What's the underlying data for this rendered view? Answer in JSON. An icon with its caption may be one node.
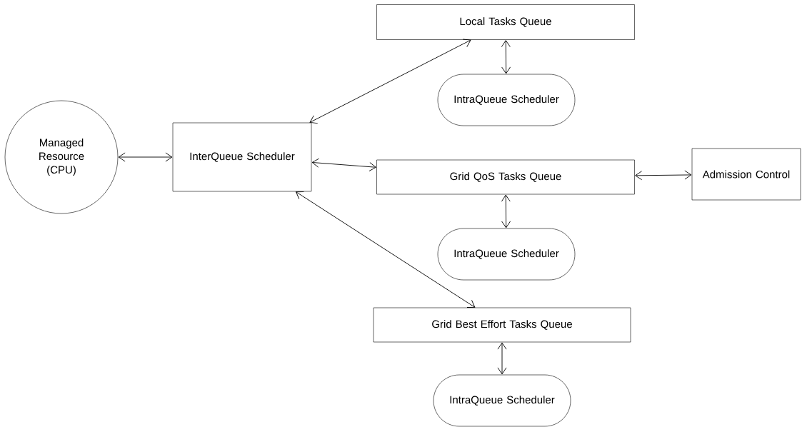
{
  "diagram": {
    "nodes": [
      {
        "text": [
          "Managed Resource (CPU)"
        ]
      },
      {
        "text": [
          "InterQueue Scheduler"
        ]
      },
      {
        "text": [
          "Local Tasks Queue"
        ]
      },
      {
        "text": [
          "IntraQueue Scheduler"
        ]
      },
      {
        "text": [
          "Grid QoS Tasks Queue"
        ]
      },
      {
        "text": [
          "Admission Control"
        ]
      },
      {
        "text": [
          "IntraQueue Scheduler"
        ]
      },
      {
        "text": [
          "Grid Best Effort Tasks Queue"
        ]
      },
      {
        "text": [
          "IntraQueue Scheduler"
        ]
      }
    ],
    "edges": [
      {
        "from": 0,
        "to": 1,
        "arrow": "both"
      },
      {
        "from": 1,
        "to": 2,
        "arrow": "both"
      },
      {
        "from": 1,
        "to": 4,
        "arrow": "both"
      },
      {
        "from": 1,
        "to": 7,
        "arrow": "both"
      },
      {
        "from": 2,
        "to": 3,
        "arrow": "both"
      },
      {
        "from": 4,
        "to": 5,
        "arrow": "both"
      },
      {
        "from": 4,
        "to": 6,
        "arrow": "both"
      },
      {
        "from": 7,
        "to": 8,
        "arrow": "both"
      }
    ]
  }
}
